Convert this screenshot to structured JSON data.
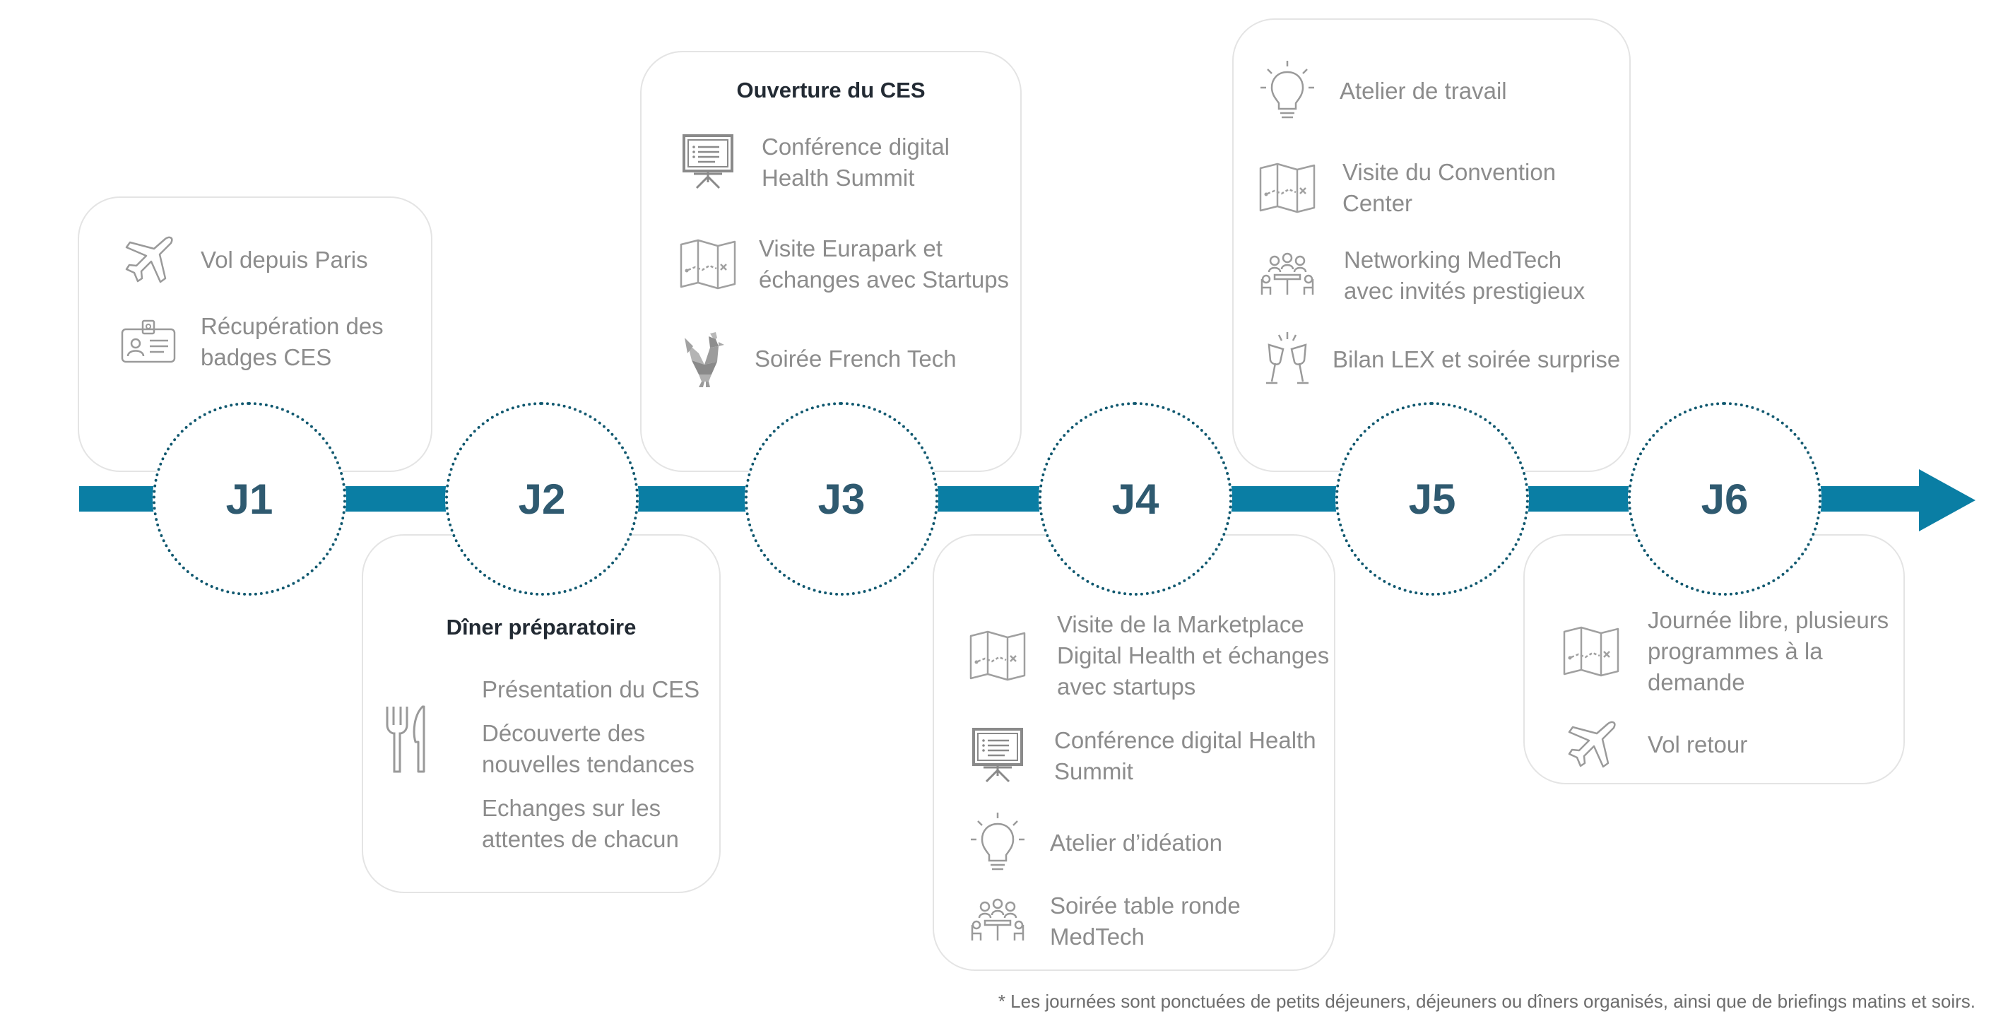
{
  "timeline": {
    "days": [
      "J1",
      "J2",
      "J3",
      "J4",
      "J5",
      "J6"
    ],
    "accent_color": "#0a7ea4",
    "circle_border_color": "#10586f"
  },
  "j1": {
    "items": [
      {
        "icon": "plane-icon",
        "label": "Vol depuis Paris"
      },
      {
        "icon": "badge-icon",
        "label": "Récupération des\nbadges CES"
      }
    ]
  },
  "j2": {
    "title": "Dîner préparatoire",
    "icon": "fork-knife-icon",
    "items": [
      {
        "label": "Présentation du CES"
      },
      {
        "label": "Découverte des\nnouvelles tendances"
      },
      {
        "label": "Echanges sur les\nattentes de chacun"
      }
    ]
  },
  "j3": {
    "title": "Ouverture du CES",
    "items": [
      {
        "icon": "presentation-board-icon",
        "label": "Conférence digital\nHealth Summit"
      },
      {
        "icon": "map-icon",
        "label": "Visite Eurapark et\néchanges avec Startups"
      },
      {
        "icon": "rooster-icon",
        "label": "Soirée French Tech"
      }
    ]
  },
  "j4": {
    "items": [
      {
        "icon": "map-icon",
        "label": "Visite de la Marketplace\nDigital Health et échanges\navec startups"
      },
      {
        "icon": "presentation-board-icon",
        "label": "Conférence digital Health\nSummit"
      },
      {
        "icon": "lightbulb-icon",
        "label": "Atelier d’idéation"
      },
      {
        "icon": "round-table-icon",
        "label": "Soirée table ronde\nMedTech"
      }
    ]
  },
  "j5": {
    "items": [
      {
        "icon": "lightbulb-icon",
        "label": "Atelier de travail"
      },
      {
        "icon": "map-icon",
        "label": "Visite du Convention\nCenter"
      },
      {
        "icon": "round-table-icon",
        "label": "Networking MedTech\navec invités prestigieux"
      },
      {
        "icon": "champagne-glasses-icon",
        "label": "Bilan LEX et soirée surprise"
      }
    ]
  },
  "j6": {
    "items": [
      {
        "icon": "map-icon",
        "label": "Journée libre, plusieurs\nprogrammes à la\ndemande"
      },
      {
        "icon": "plane-icon",
        "label": "Vol retour"
      }
    ]
  },
  "footnote": "* Les journées sont ponctuées de petits déjeuners, déjeuners ou dîners organisés, ainsi que de briefings matins et soirs."
}
